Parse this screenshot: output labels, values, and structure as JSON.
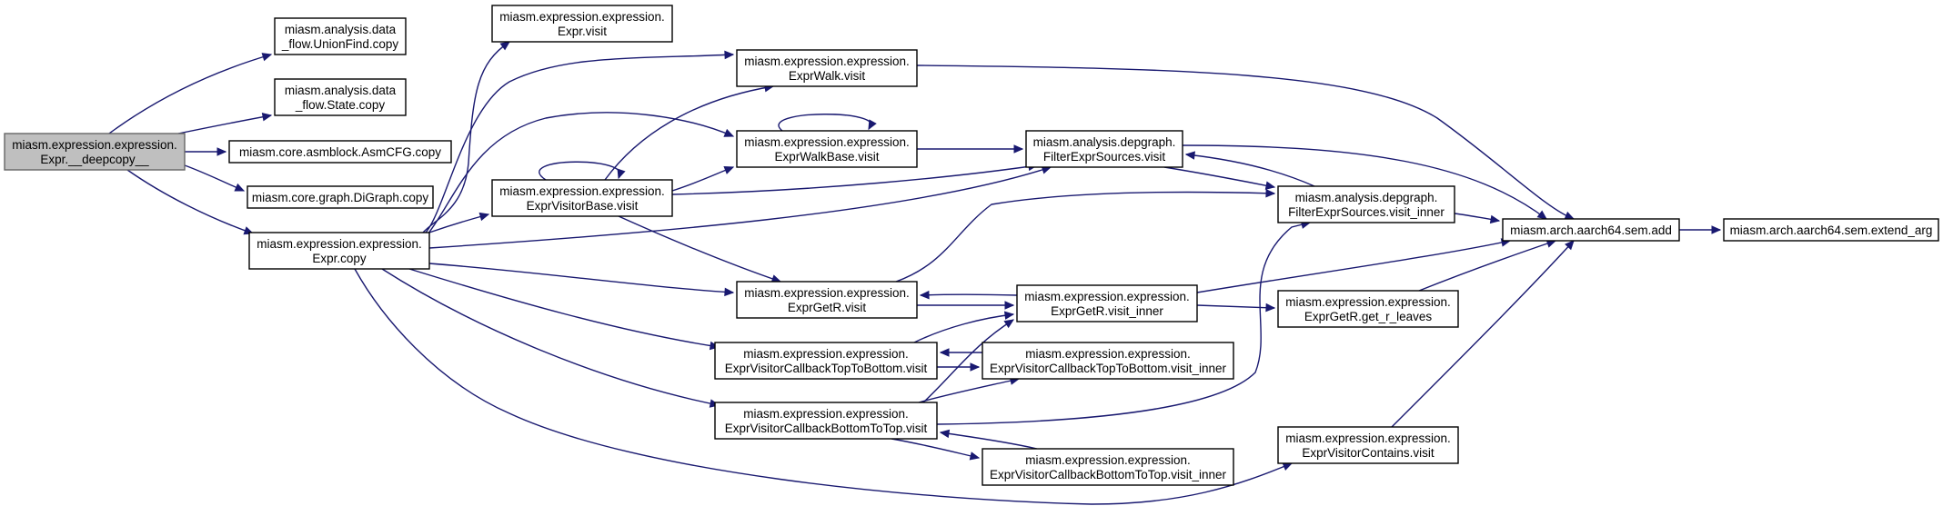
{
  "diagram": {
    "title": "",
    "nodes": [
      {
        "id": "n_deepcopy",
        "lines": [
          "miasm.expression.expression.",
          "Expr.__deepcopy__"
        ],
        "root": true
      },
      {
        "id": "n_uf_copy",
        "lines": [
          "miasm.analysis.data",
          "_flow.UnionFind.copy"
        ]
      },
      {
        "id": "n_state_copy",
        "lines": [
          "miasm.analysis.data",
          "_flow.State.copy"
        ]
      },
      {
        "id": "n_asmcfg_copy",
        "lines": [
          "miasm.core.asmblock.AsmCFG.copy"
        ]
      },
      {
        "id": "n_digraph_copy",
        "lines": [
          "miasm.core.graph.DiGraph.copy"
        ]
      },
      {
        "id": "n_expr_copy",
        "lines": [
          "miasm.expression.expression.",
          "Expr.copy"
        ]
      },
      {
        "id": "n_expr_visit",
        "lines": [
          "miasm.expression.expression.",
          "Expr.visit"
        ]
      },
      {
        "id": "n_walk_visit",
        "lines": [
          "miasm.expression.expression.",
          "ExprWalk.visit"
        ]
      },
      {
        "id": "n_walkbase_visit",
        "lines": [
          "miasm.expression.expression.",
          "ExprWalkBase.visit"
        ]
      },
      {
        "id": "n_visitorbase_visit",
        "lines": [
          "miasm.expression.expression.",
          "ExprVisitorBase.visit"
        ]
      },
      {
        "id": "n_getr_visit",
        "lines": [
          "miasm.expression.expression.",
          "ExprGetR.visit"
        ]
      },
      {
        "id": "n_ttb_visit",
        "lines": [
          "miasm.expression.expression.",
          "ExprVisitorCallbackTopToBottom.visit"
        ]
      },
      {
        "id": "n_btt_visit",
        "lines": [
          "miasm.expression.expression.",
          "ExprVisitorCallbackBottomToTop.visit"
        ]
      },
      {
        "id": "n_fes_visit",
        "lines": [
          "miasm.analysis.depgraph.",
          "FilterExprSources.visit"
        ]
      },
      {
        "id": "n_getr_inner",
        "lines": [
          "miasm.expression.expression.",
          "ExprGetR.visit_inner"
        ]
      },
      {
        "id": "n_ttb_inner",
        "lines": [
          "miasm.expression.expression.",
          "ExprVisitorCallbackTopToBottom.visit_inner"
        ]
      },
      {
        "id": "n_btt_inner",
        "lines": [
          "miasm.expression.expression.",
          "ExprVisitorCallbackBottomToTop.visit_inner"
        ]
      },
      {
        "id": "n_fes_inner",
        "lines": [
          "miasm.analysis.depgraph.",
          "FilterExprSources.visit_inner"
        ]
      },
      {
        "id": "n_getr_leaves",
        "lines": [
          "miasm.expression.expression.",
          "ExprGetR.get_r_leaves"
        ]
      },
      {
        "id": "n_contains_visit",
        "lines": [
          "miasm.expression.expression.",
          "ExprVisitorContains.visit"
        ]
      },
      {
        "id": "n_sem_add",
        "lines": [
          "miasm.arch.aarch64.sem.add"
        ]
      },
      {
        "id": "n_extend_arg",
        "lines": [
          "miasm.arch.aarch64.sem.extend_arg"
        ]
      }
    ],
    "edges": [
      [
        "n_deepcopy",
        "n_uf_copy"
      ],
      [
        "n_deepcopy",
        "n_state_copy"
      ],
      [
        "n_deepcopy",
        "n_asmcfg_copy"
      ],
      [
        "n_deepcopy",
        "n_digraph_copy"
      ],
      [
        "n_deepcopy",
        "n_expr_copy"
      ],
      [
        "n_expr_copy",
        "n_expr_visit"
      ],
      [
        "n_expr_copy",
        "n_walk_visit"
      ],
      [
        "n_expr_copy",
        "n_walkbase_visit"
      ],
      [
        "n_expr_copy",
        "n_visitorbase_visit"
      ],
      [
        "n_expr_copy",
        "n_fes_visit"
      ],
      [
        "n_expr_copy",
        "n_getr_visit"
      ],
      [
        "n_expr_copy",
        "n_ttb_visit"
      ],
      [
        "n_expr_copy",
        "n_btt_visit"
      ],
      [
        "n_expr_copy",
        "n_contains_visit"
      ],
      [
        "n_visitorbase_visit",
        "n_visitorbase_visit"
      ],
      [
        "n_visitorbase_visit",
        "n_walk_visit"
      ],
      [
        "n_visitorbase_visit",
        "n_walkbase_visit"
      ],
      [
        "n_visitorbase_visit",
        "n_fes_visit"
      ],
      [
        "n_visitorbase_visit",
        "n_getr_visit"
      ],
      [
        "n_walkbase_visit",
        "n_walkbase_visit"
      ],
      [
        "n_walkbase_visit",
        "n_fes_visit"
      ],
      [
        "n_walk_visit",
        "n_sem_add"
      ],
      [
        "n_fes_visit",
        "n_fes_inner"
      ],
      [
        "n_fes_visit",
        "n_sem_add"
      ],
      [
        "n_fes_inner",
        "n_fes_visit"
      ],
      [
        "n_fes_inner",
        "n_sem_add"
      ],
      [
        "n_getr_visit",
        "n_getr_inner"
      ],
      [
        "n_getr_visit",
        "n_fes_inner"
      ],
      [
        "n_getr_inner",
        "n_getr_visit"
      ],
      [
        "n_getr_inner",
        "n_getr_leaves"
      ],
      [
        "n_getr_inner",
        "n_sem_add"
      ],
      [
        "n_getr_leaves",
        "n_sem_add"
      ],
      [
        "n_ttb_visit",
        "n_ttb_inner"
      ],
      [
        "n_ttb_visit",
        "n_getr_inner"
      ],
      [
        "n_ttb_inner",
        "n_ttb_visit"
      ],
      [
        "n_btt_visit",
        "n_btt_inner"
      ],
      [
        "n_btt_visit",
        "n_getr_inner"
      ],
      [
        "n_btt_visit",
        "n_ttb_inner"
      ],
      [
        "n_btt_visit",
        "n_fes_inner"
      ],
      [
        "n_btt_inner",
        "n_btt_visit"
      ],
      [
        "n_contains_visit",
        "n_sem_add"
      ],
      [
        "n_sem_add",
        "n_extend_arg"
      ]
    ]
  },
  "colors": {
    "edge": "#191970",
    "root_fill": "#bfbfbf",
    "root_stroke": "#666666",
    "node_fill": "#ffffff",
    "node_stroke": "#000000"
  }
}
